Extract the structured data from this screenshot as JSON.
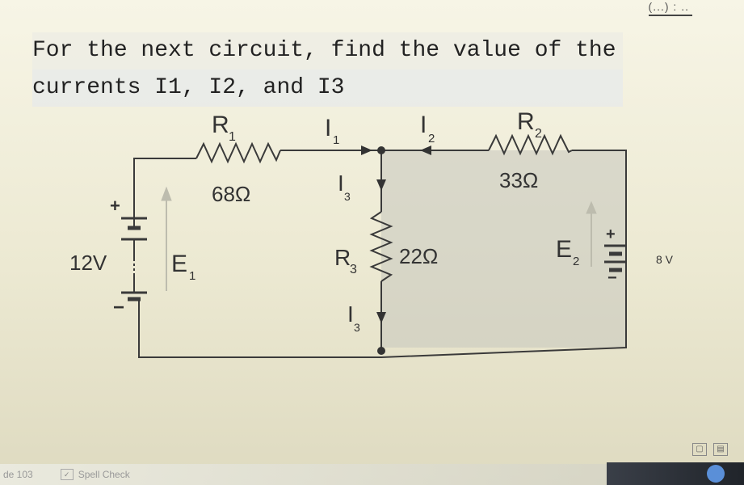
{
  "question": {
    "line1": "For the next circuit, find the value of the",
    "line2": "currents I1, I2, and I3"
  },
  "top_fragment": "(...)  : ..",
  "circuit": {
    "r1": {
      "name": "R",
      "sub": "1",
      "value": "68Ω"
    },
    "r2": {
      "name": "R",
      "sub": "2",
      "value": "33Ω"
    },
    "r3": {
      "name": "R",
      "sub": "3",
      "value": "22Ω"
    },
    "e1": {
      "name": "E",
      "sub": "1",
      "value": "12V"
    },
    "e2": {
      "name": "E",
      "sub": "2",
      "value": "8 V"
    },
    "currents": [
      {
        "name": "I",
        "sub": "1"
      },
      {
        "name": "I",
        "sub": "2"
      },
      {
        "name": "I",
        "sub": "3"
      },
      {
        "name": "I",
        "sub": "3"
      }
    ],
    "plus_sign": "+",
    "minus_sign": "−"
  },
  "status_bar": {
    "page_fragment": "de 103",
    "spell_check": "Spell Check"
  }
}
